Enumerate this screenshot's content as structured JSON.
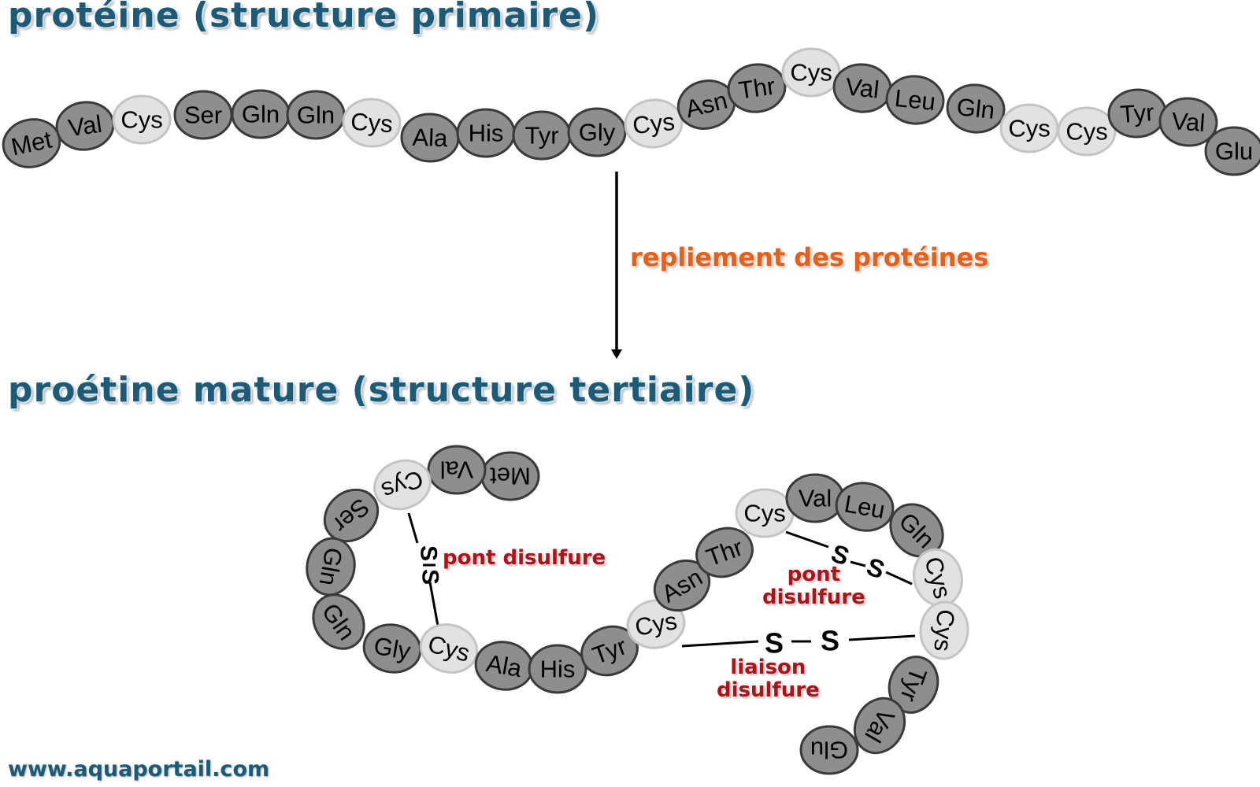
{
  "title_primary": "protéine (structure primaire)",
  "title_tertiary": "proétine mature (structure tertiaire)",
  "fold_label": "repliement des protéines",
  "primary_chain": [
    "Met",
    "Val",
    "Cys",
    "Ser",
    "Gln",
    "Gln",
    "Cys",
    "Ala",
    "His",
    "Tyr",
    "Gly",
    "Cys",
    "Asn",
    "Thr",
    "Cys",
    "Val",
    "Leu",
    "Gln",
    "Cys",
    "Cys",
    "Tyr",
    "Val",
    "Glu"
  ],
  "tertiary_chain": [
    "Met",
    "Val",
    "Cys",
    "Ser",
    "Gln",
    "Gln",
    "Gly",
    "Cys",
    "Ala",
    "His",
    "Tyr",
    "Cys",
    "Asn",
    "Thr",
    "Cys",
    "Val",
    "Leu",
    "Gln",
    "Cys",
    "Cys",
    "Tyr",
    "Val",
    "Glu"
  ],
  "bond_symbols": {
    "bridge1": [
      "S",
      "S"
    ],
    "bridge2": [
      "S",
      "S"
    ],
    "liaison": [
      "S",
      "S"
    ]
  },
  "labels": {
    "bridge1": "pont disulfure",
    "bridge2": "pont\ndisulfure",
    "liaison": "liaison\ndisulfure"
  },
  "watermark": "www.aquaportail.com",
  "colors": {
    "title": "#1d5a76",
    "fold_label": "#e2611c",
    "bond_label": "#a8151a",
    "residue_dark": "#8e8e8e",
    "residue_cys": "#e2e2e2"
  }
}
